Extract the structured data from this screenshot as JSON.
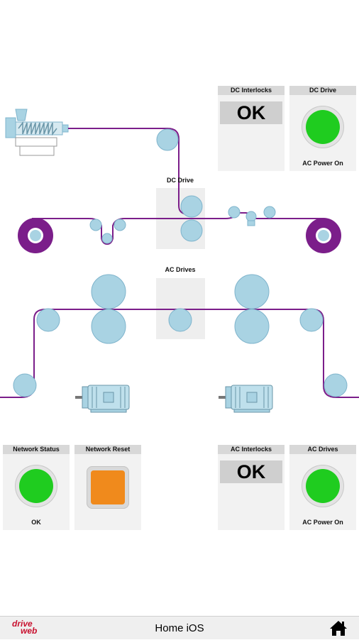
{
  "colors": {
    "web": "#7b1e8a",
    "roller": "#a9d3e3",
    "roller_stroke": "#7fb4cc",
    "reel_outer": "#7b1e8a",
    "lamp_green": "#1fcc1f",
    "reset_orange": "#f08a1c",
    "panel_bg": "#f2f2f2",
    "brand_red": "#c8102e"
  },
  "panels": {
    "dc_interlocks": {
      "title": "DC Interlocks",
      "value": "OK"
    },
    "dc_drive": {
      "title": "DC Drive",
      "status": "AC Power On",
      "lamp": "green"
    },
    "network_status": {
      "title": "Network Status",
      "status": "OK",
      "lamp": "green"
    },
    "network_reset": {
      "title": "Network Reset"
    },
    "ac_interlocks": {
      "title": "AC Interlocks",
      "value": "OK"
    },
    "ac_drives": {
      "title": "AC Drives",
      "status": "AC Power On",
      "lamp": "green"
    }
  },
  "diagram": {
    "dc_drive_label": "DC Drive",
    "ac_drives_label": "AC Drives",
    "icons": [
      "extruder-icon",
      "motor-icon",
      "reel-icon"
    ]
  },
  "bottom_bar": {
    "logo_line1": "drive",
    "logo_line2": "web",
    "title": "Home iOS",
    "home_icon": "home-icon"
  }
}
